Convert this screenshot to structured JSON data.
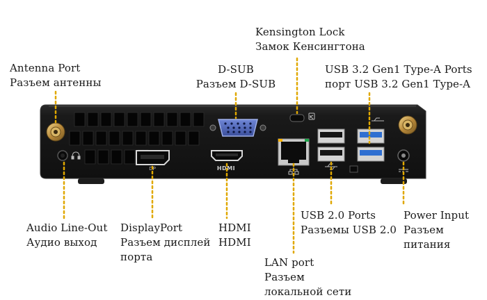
{
  "labels": {
    "kensington": {
      "line1": "Kensington Lock",
      "line2": "Замок Кенсингтона"
    },
    "antenna": {
      "line1": "Antenna Port",
      "line2": "Разъем антенны"
    },
    "dsub": {
      "line1": "D-SUB",
      "line2": "Разъем D-SUB"
    },
    "usb32": {
      "line1": "USB 3.2 Gen1 Type-A Ports",
      "line2": "порт USB 3.2 Gen1 Type-A"
    },
    "audio": {
      "line1": "Audio Line-Out",
      "line2": "Аудио выход"
    },
    "displayport": {
      "line1": "DisplayPort",
      "line2": "Разъем дисплей",
      "line3": "порта"
    },
    "hdmi": {
      "line1": "HDMI",
      "line2": "HDMI"
    },
    "lan": {
      "line1": "LAN port",
      "line2": "Разъем",
      "line3": "локальной сети"
    },
    "usb20": {
      "line1": "USB 2.0 Ports",
      "line2": "Разъемы USB 2.0"
    },
    "power": {
      "line1": "Power Input",
      "line2": "Разъем",
      "line3": "питания"
    }
  },
  "port_markings": {
    "dp": "DP",
    "hdmi": "HDMI"
  },
  "colors": {
    "leader": "#e0a800",
    "chassis": "#161616",
    "usb3_blue": "#2f6fd1",
    "vga_blue": "#4a63b8",
    "antenna_gold": "#c8a04a"
  },
  "icons": [
    "kensington-lock-icon",
    "headphone-icon",
    "usb-icon",
    "network-icon",
    "power-icon"
  ]
}
